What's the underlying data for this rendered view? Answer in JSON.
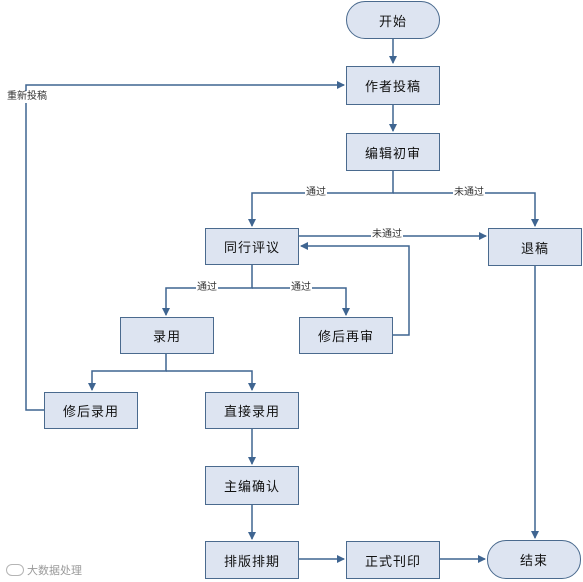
{
  "nodes": {
    "start": "开始",
    "submit": "作者投稿",
    "initial_review": "编辑初审",
    "peer_review": "同行评议",
    "reject": "退稿",
    "accept": "录用",
    "revise_rereview": "修后再审",
    "revise_accept": "修后录用",
    "direct_accept": "直接录用",
    "editor_confirm": "主编确认",
    "typeset": "排版排期",
    "publish": "正式刊印",
    "end": "结束"
  },
  "edge_labels": {
    "resubmit": "重新投稿",
    "pass_left": "通过",
    "fail_right": "未通过",
    "peer_fail": "未通过",
    "peer_pass_left": "通过",
    "peer_pass_right": "通过"
  },
  "watermark": "大数据处理",
  "colors": {
    "node_fill": "#dde4f1",
    "node_border": "#4a6a8e",
    "connector": "#3f6591"
  }
}
